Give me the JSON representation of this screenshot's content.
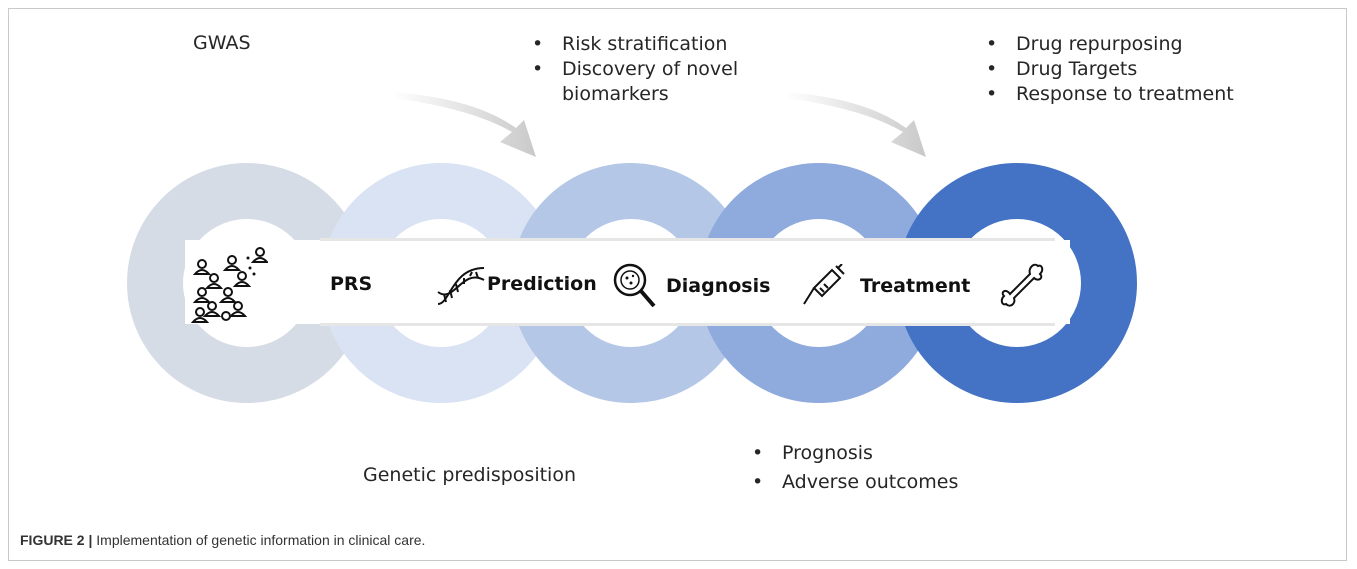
{
  "labels": {
    "gwas": "GWAS",
    "genetic_predisposition": "Genetic predisposition"
  },
  "top_middle_bullets": [
    "Risk stratification",
    "Discovery of novel",
    "biomarkers"
  ],
  "top_right_bullets": [
    "Drug repurposing",
    "Drug Targets",
    "Response to treatment"
  ],
  "bottom_bullets": [
    "Prognosis",
    "Adverse outcomes"
  ],
  "stages": {
    "prs": "PRS",
    "prediction": "Prediction",
    "diagnosis": "Diagnosis",
    "treatment": "Treatment"
  },
  "icons": [
    "population-icon",
    "dna-icon",
    "magnifier-icon",
    "syringe-icon",
    "bone-icon"
  ],
  "ring_colors": [
    "#d6dce5",
    "#dae3f3",
    "#b4c7e7",
    "#8faadc",
    "#4472c4"
  ],
  "caption": {
    "label": "FIGURE 2 |",
    "text": " Implementation of genetic information in clinical care."
  }
}
